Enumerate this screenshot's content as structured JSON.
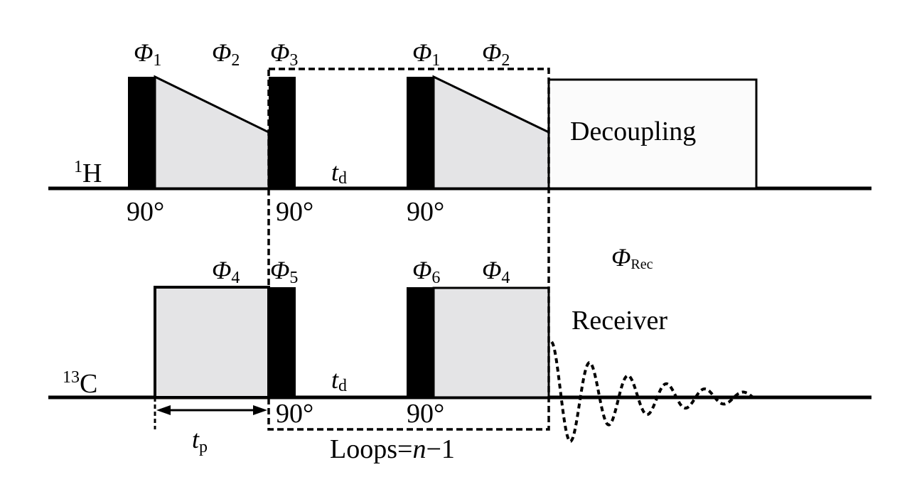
{
  "diagram": {
    "type": "NMR pulse sequence",
    "channels": [
      {
        "id": "H",
        "mass": "1",
        "element": "H"
      },
      {
        "id": "C",
        "mass": "13",
        "element": "C"
      }
    ],
    "proton": {
      "phases": [
        {
          "sym": "Φ",
          "sub": "1"
        },
        {
          "sym": "Φ",
          "sub": "2"
        },
        {
          "sym": "Φ",
          "sub": "3"
        },
        {
          "sym": "Φ",
          "sub": "1"
        },
        {
          "sym": "Φ",
          "sub": "2"
        }
      ],
      "angles": [
        "90°",
        "90°",
        "90°"
      ],
      "delay": {
        "sym": "t",
        "sub": "d"
      },
      "decoupling_label": "Decoupling"
    },
    "carbon": {
      "phases": [
        {
          "sym": "Φ",
          "sub": "4"
        },
        {
          "sym": "Φ",
          "sub": "5"
        },
        {
          "sym": "Φ",
          "sub": "6"
        },
        {
          "sym": "Φ",
          "sub": "4"
        }
      ],
      "angles": [
        "90°",
        "90°"
      ],
      "delay": {
        "sym": "t",
        "sub": "d"
      },
      "contact": {
        "sym": "t",
        "sub": "p"
      },
      "receiver_phase": {
        "sym": "Φ",
        "sub": "Rec"
      },
      "receiver_label": "Receiver"
    },
    "loop_label": {
      "prefix": "Loops=",
      "var": "n",
      "suffix": "−1"
    },
    "colors": {
      "pulse": "#000000",
      "shaded": "#e4e4e6",
      "decoupling_fill": "#fbfbfb"
    }
  }
}
